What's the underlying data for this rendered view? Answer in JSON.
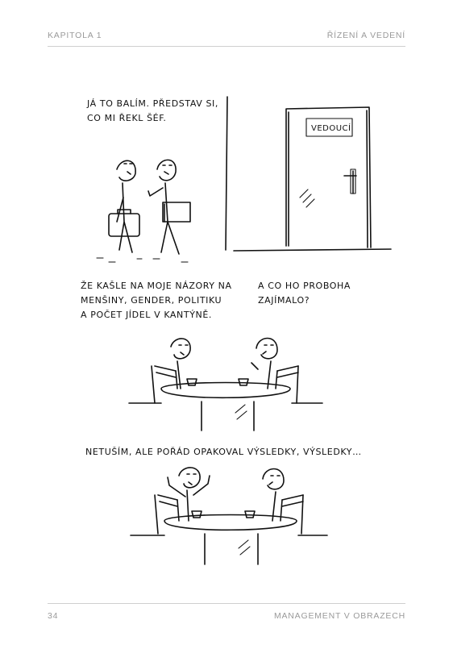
{
  "header": {
    "chapter": "Kapitola 1",
    "section": "Řízení a vedení"
  },
  "footer": {
    "page_number": "34",
    "book_title": "Management v obrazech"
  },
  "panels": {
    "p1": {
      "speech": "JÁ TO BALÍM. PŘEDSTAV SI,\nCO MI ŘEKL ŠÉF.",
      "door_sign": "VEDOUCÍ"
    },
    "p2": {
      "speech_left": "ŽE KAŠLE NA MOJE NÁZORY NA\nMENŠINY, GENDER, POLITIKU\nA POČET JÍDEL V KANTÝNĚ.",
      "speech_right": "A CO HO PROBOHA\nZAJÍMALO?"
    },
    "p3": {
      "speech": "NETUŠÍM, ALE POŘÁD OPAKOVAL VÝSLEDKY, VÝSLEDKY…"
    }
  }
}
